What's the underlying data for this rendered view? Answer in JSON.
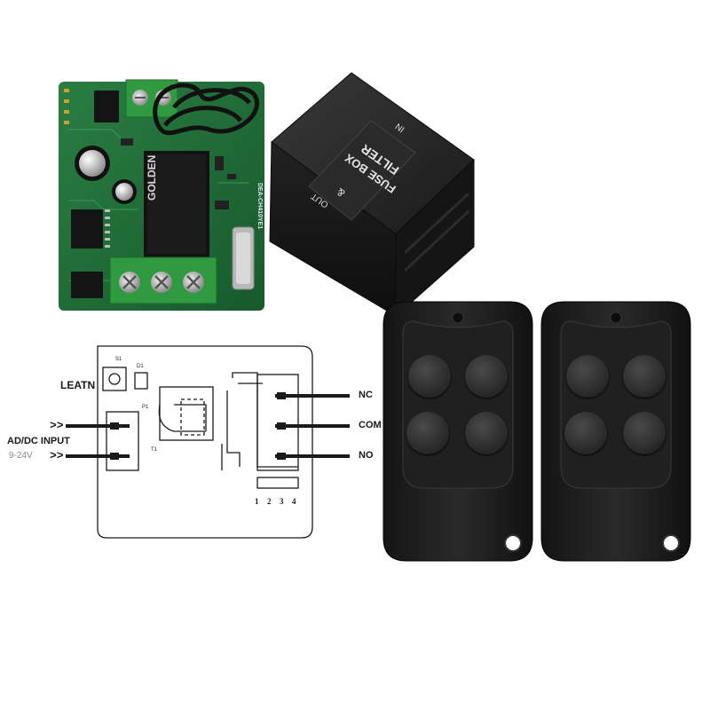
{
  "pcb": {
    "relay_brand": "GOLDEN",
    "board_code": "DEA-CH410YE1"
  },
  "filter_box": {
    "in_label": "IN",
    "title_line1": "FILTER",
    "title_line2": "FUSE BOX",
    "amp": "&",
    "out_label": "OUT"
  },
  "diagram": {
    "antenna_label": "LEATN",
    "input_label": "AD/DC  INPUT",
    "voltage_label": "9-24V",
    "arrow_glyph": ">>",
    "outputs": [
      "NC",
      "COM",
      "NO"
    ],
    "terminal_numbers": [
      "1",
      "2",
      "3",
      "4"
    ],
    "component_labels": {
      "s1": "S1",
      "d1": "D1",
      "p1": "P1",
      "t1": "T1"
    }
  },
  "remotes": {
    "count": 2,
    "buttons_per_remote": 4,
    "color": "#1e1e1e"
  },
  "colors": {
    "pcb_green": "#1f6b36",
    "terminal_green": "#2f9a3f",
    "box_black": "#1c1c1c",
    "diagram_line": "#1a1a1a"
  }
}
